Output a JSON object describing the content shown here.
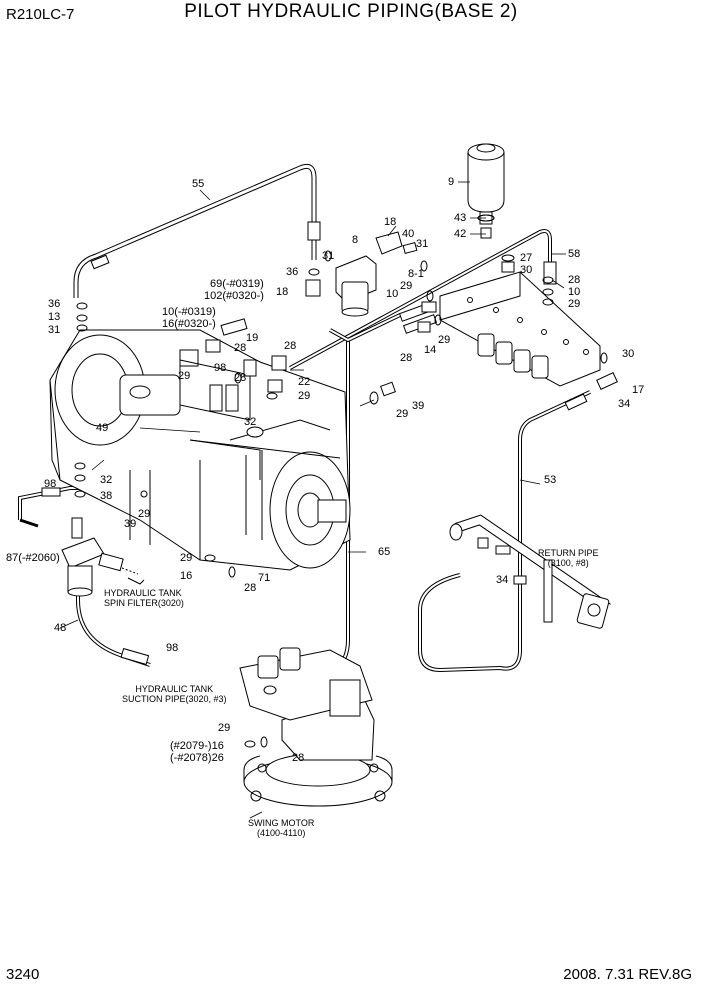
{
  "header": {
    "model": "R210LC-7",
    "title": "PILOT HYDRAULIC PIPING(BASE 2)"
  },
  "footer": {
    "page": "3240",
    "date_rev": "2008. 7.31  REV.8G"
  },
  "labels": {
    "p55": "55",
    "p9": "9",
    "p18": "18",
    "p43": "43",
    "p42": "42",
    "p8": "8",
    "p40": "40",
    "p31a": "31",
    "p31b": "31",
    "p36a": "36",
    "p36b": "36",
    "p13": "13",
    "p31c": "31",
    "p18b": "18",
    "p27": "27",
    "p30a": "30",
    "p58": "58",
    "p28a": "28",
    "p10a": "10",
    "p29a": "29",
    "p69": "69(-#0319)",
    "p102": "102(#0320-)",
    "p8_1": "8-1",
    "p10b": "10",
    "p29b": "29",
    "p10c": "10(-#0319)",
    "p16c": "16(#0320-)",
    "p19": "19",
    "p28b": "28",
    "p28c": "28",
    "p29c": "29",
    "p98a": "98",
    "p28d": "28",
    "p28e": "28",
    "p14": "14",
    "p29d": "29",
    "p30b": "30",
    "p17": "17",
    "p22": "22",
    "p29e": "29",
    "p34a": "34",
    "p49": "49",
    "p32a": "32",
    "p29f": "29",
    "p39a": "39",
    "p32b": "32",
    "p38": "38",
    "p98b": "98",
    "p39b": "39",
    "p29g": "29",
    "p53": "53",
    "p87": "87(-#2060)",
    "p65": "65",
    "p29h": "29",
    "p16b": "16",
    "p71": "71",
    "p28f": "28",
    "p34b": "34",
    "p48": "48",
    "p98c": "98",
    "p29i": "29",
    "p16d": "(#2079-)16",
    "p26": "(-#2078)26",
    "p28g": "28"
  },
  "notes": {
    "spin_filter_1": "HYDRAULIC TANK",
    "spin_filter_2": "SPIN FILTER(3020)",
    "suction_1": "HYDRAULIC TANK",
    "suction_2": "SUCTION PIPE(3020, #3)",
    "return_1": "RETURN PIPE",
    "return_2": "(3100, #8)",
    "swing_1": "SWING MOTOR",
    "swing_2": "(4100-4110)"
  }
}
